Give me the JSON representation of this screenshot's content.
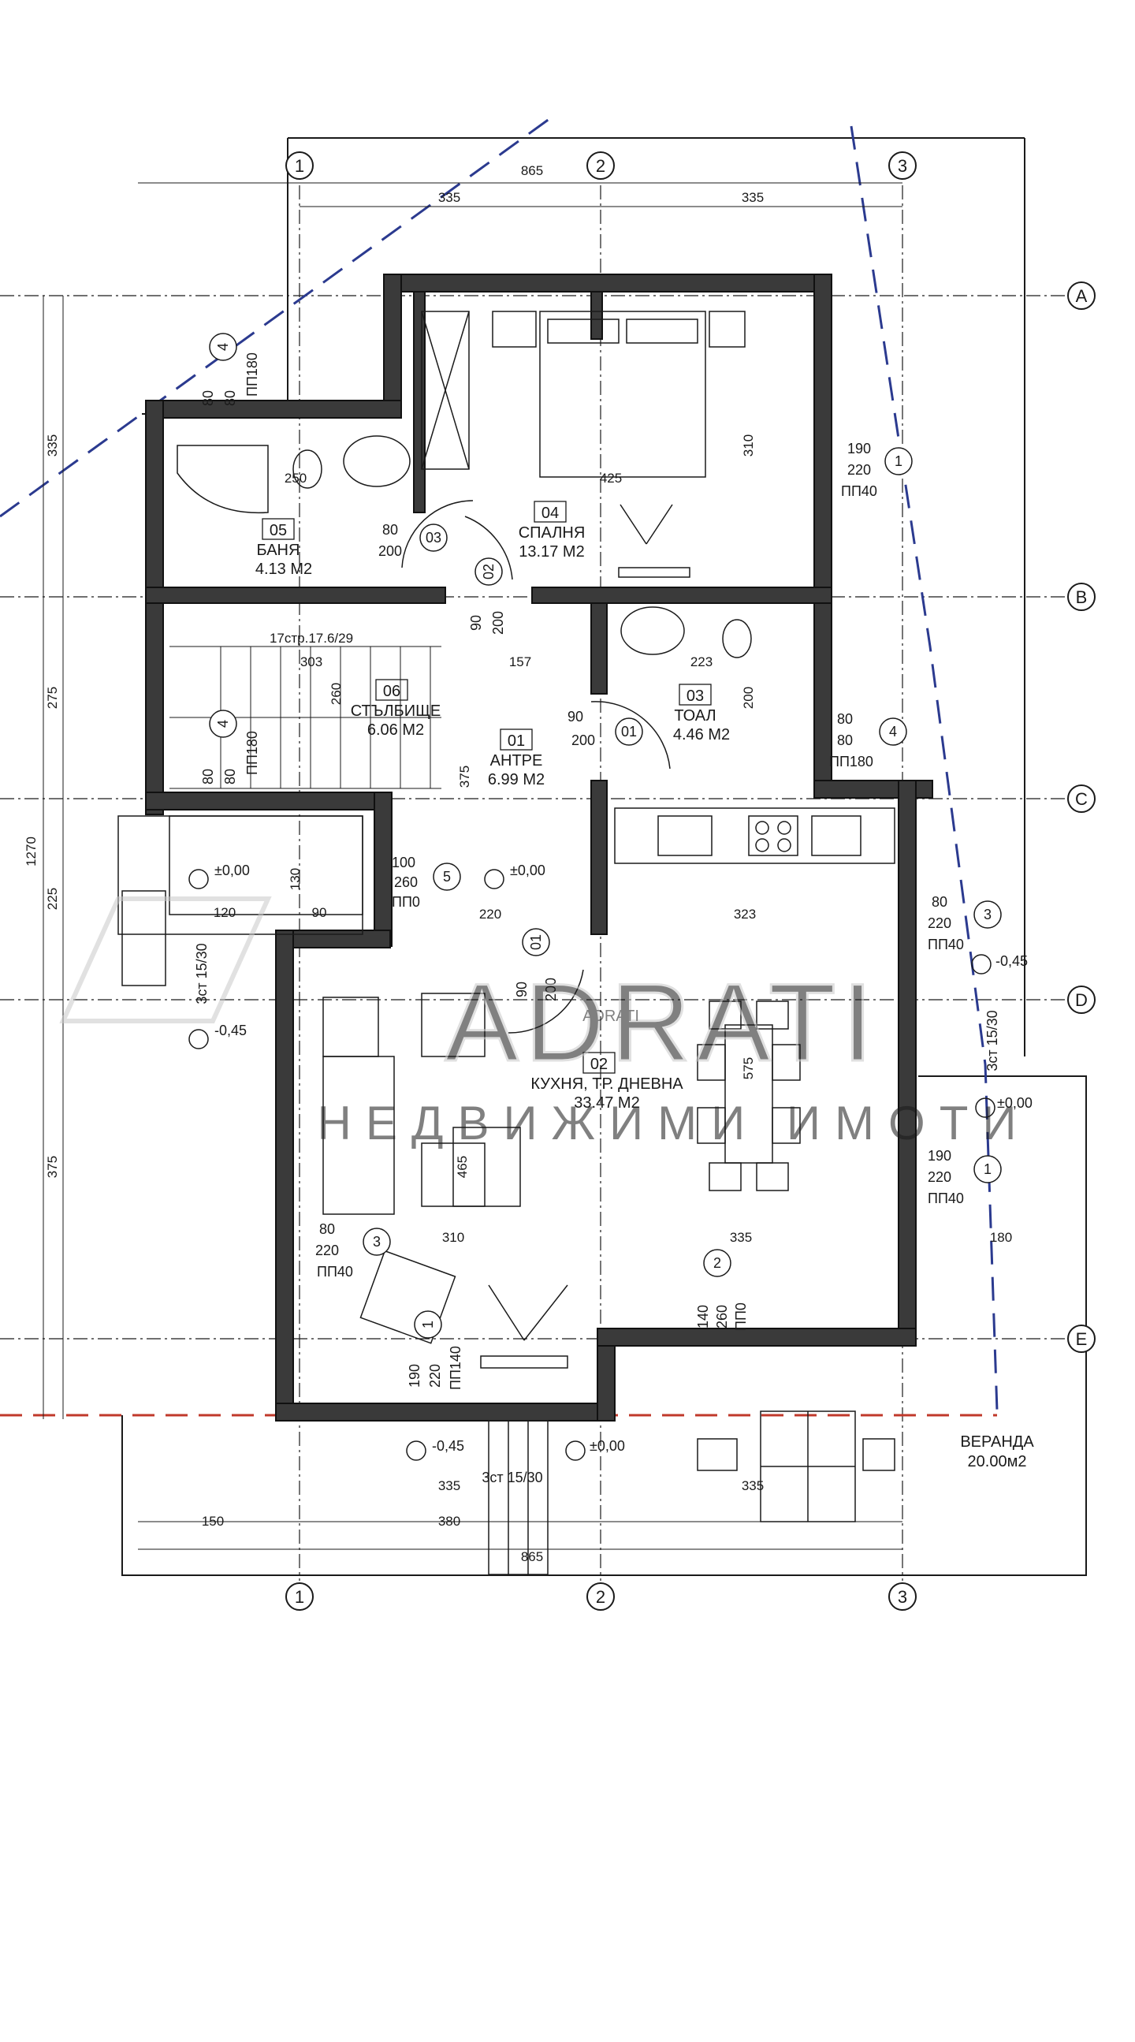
{
  "axes": {
    "cols": [
      "1",
      "2",
      "3"
    ],
    "rows": [
      "A",
      "B",
      "C",
      "D",
      "E"
    ]
  },
  "dimensions": {
    "top_total": "865",
    "top_left": "335",
    "top_right": "335",
    "left_total": "1270",
    "left_1": "335",
    "left_2": "275",
    "left_3": "225",
    "left_4": "375",
    "bottom_left": "150",
    "bottom_mid": "380",
    "bottom_total": "865",
    "bottom_a": "335",
    "bottom_b": "335",
    "right_180": "180",
    "kitchen_323": "323",
    "living_310": "310",
    "living_335": "335",
    "bath_250": "250",
    "bed_425": "425",
    "bed_310": "310",
    "wc_223": "223",
    "wc_200": "200",
    "hall_157": "157",
    "hall_375": "375",
    "hall_220": "220",
    "stairs_303": "303",
    "stairs_note": "17стр.17.6/29",
    "stairs_260": "260",
    "entry_120": "120",
    "entry_90": "90",
    "entry_130": "130",
    "living_465": "465",
    "living_575": "575"
  },
  "rooms": [
    {
      "num": "05",
      "name": "БАНЯ",
      "area": "4.13 М2"
    },
    {
      "num": "04",
      "name": "СПАЛНЯ",
      "area": "13.17 М2"
    },
    {
      "num": "06",
      "name": "СТЪЛБИЩЕ",
      "area": "6.06 М2"
    },
    {
      "num": "01",
      "name": "АНТРЕ",
      "area": "6.99 М2"
    },
    {
      "num": "03",
      "name": "ТОАЛ",
      "area": "4.46 М2"
    },
    {
      "num": "02",
      "name": "КУХНЯ, ТР. ДНЕВНА",
      "area": "33.47 М2"
    }
  ],
  "veranda": {
    "name": "ВЕРАНДА",
    "area": "20.00м2"
  },
  "door_tags": {
    "d03": {
      "w": "80",
      "h": "200",
      "tag": "03"
    },
    "d02": {
      "w": "90",
      "h": "200",
      "tag": "02"
    },
    "d01a": {
      "w": "90",
      "h": "200",
      "tag": "01"
    },
    "d01b": {
      "w": "90",
      "h": "200",
      "tag": "01"
    },
    "d5": {
      "w": "100",
      "h": "260",
      "type": "ПП0",
      "tag": "5"
    },
    "d2": {
      "w": "140",
      "h": "260",
      "type": "ПП0",
      "tag": "2"
    }
  },
  "window_tags": {
    "w4_top": {
      "w": "80",
      "h": "80",
      "type": "ПП180",
      "tag": "4"
    },
    "w4_stairs": {
      "w": "80",
      "h": "80",
      "type": "ПП180",
      "tag": "4"
    },
    "w1_bed": {
      "w": "190",
      "h": "220",
      "type": "ПП40",
      "tag": "1"
    },
    "w4_wc": {
      "w": "80",
      "h": "80",
      "type": "ПП180",
      "tag": "4"
    },
    "w3_kitchen": {
      "w": "80",
      "h": "220",
      "type": "ПП40",
      "tag": "3"
    },
    "w1_living": {
      "w": "190",
      "h": "220",
      "type": "ПП40",
      "tag": "1"
    },
    "w3_living": {
      "w": "80",
      "h": "220",
      "type": "ПП40",
      "tag": "3"
    },
    "w1_bottom": {
      "w": "190",
      "h": "220",
      "type": "ПП140",
      "tag": "1"
    }
  },
  "levels": {
    "entry": "±0,00",
    "hall": "±0,00",
    "left_outside": "-0,45",
    "right_outside": "-0,45",
    "veranda": "±0,00",
    "bottom_left": "-0,45",
    "bottom_mid": "±0,00"
  },
  "stairs_labels": {
    "left": "3ст 15/30",
    "right": "3ст 15/30",
    "bottom": "3ст 15/30"
  },
  "watermark": {
    "brand": "ADRATI",
    "sub": "НЕДВИЖИМИ ИМОТИ",
    "small": "ADRATI"
  },
  "colors": {
    "wall": "#3a3a3a",
    "line": "#1a1a1a",
    "dash_blue": "#2b3a8f",
    "dash_red": "#c0392b",
    "watermark": "#c8c8c8"
  }
}
